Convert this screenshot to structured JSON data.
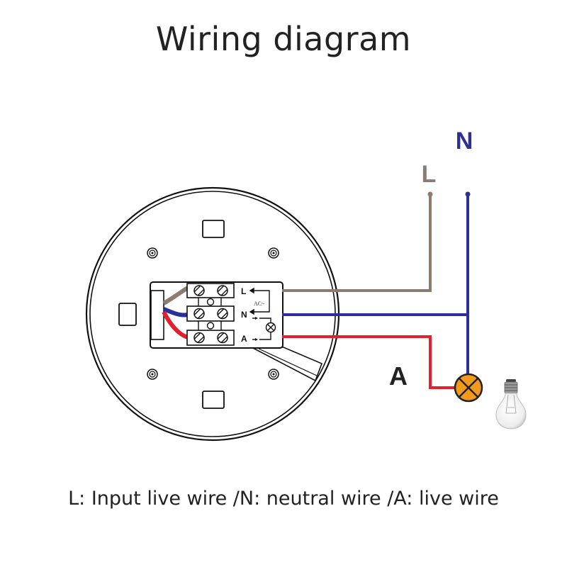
{
  "title": "Wiring diagram",
  "caption": "L: Input live wire /N: neutral wire /A: live wire",
  "terminal_block": {
    "labels": [
      "L",
      "N",
      "A"
    ],
    "ac_label": "AC~"
  },
  "wire_labels": {
    "live_in": "L",
    "neutral": "N",
    "live_out": "A"
  },
  "colors": {
    "live_in": "#8c7b70",
    "neutral": "#2b2f96",
    "live_out": "#e0202c",
    "lamp_fill": "#f39a1e",
    "outline": "#111111",
    "text": "#222222"
  }
}
